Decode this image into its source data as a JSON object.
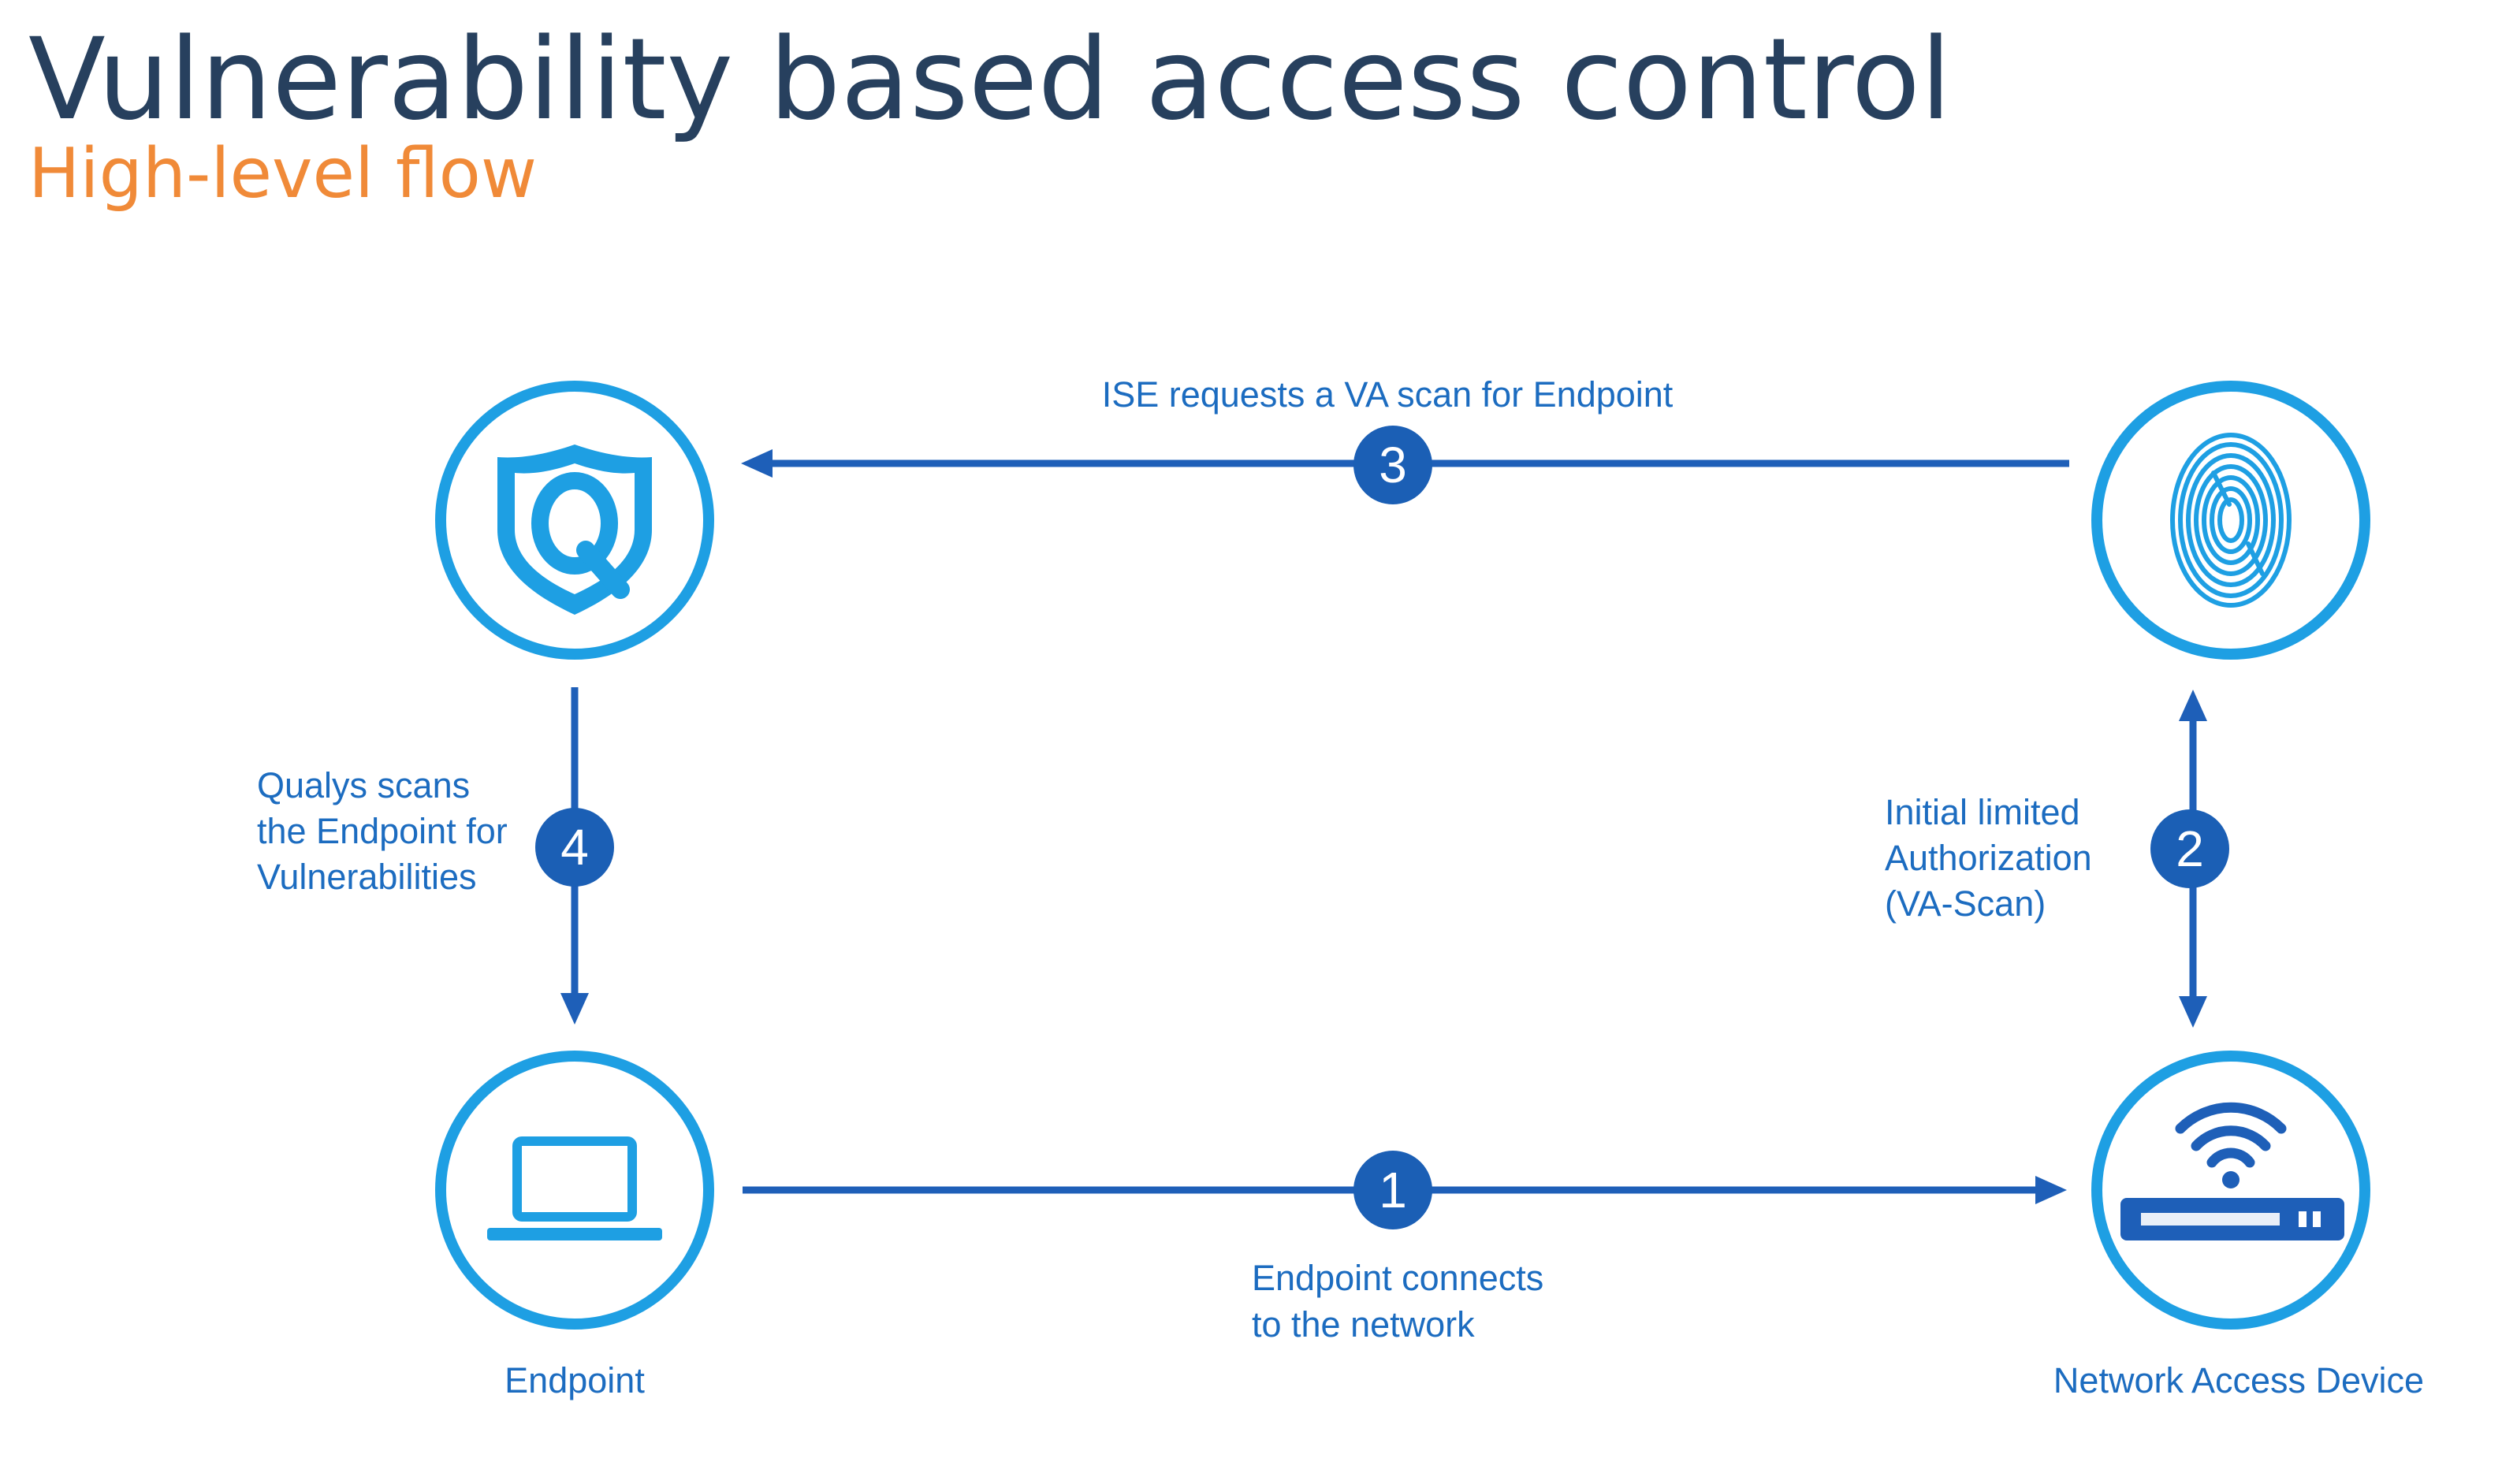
{
  "title": "Vulnerability based access control",
  "subtitle": "High-level flow",
  "nodes": {
    "qualys": {
      "icon": "qualys-shield-icon",
      "label": ""
    },
    "ise": {
      "icon": "fingerprint-icon",
      "label": ""
    },
    "endpoint": {
      "icon": "laptop-icon",
      "label": "Endpoint"
    },
    "nad": {
      "icon": "wireless-switch-icon",
      "label": "Network Access Device"
    }
  },
  "steps": [
    {
      "number": "1",
      "lines": [
        "Endpoint connects",
        "to the network"
      ]
    },
    {
      "number": "2",
      "lines": [
        "Initial limited",
        "Authorization",
        "(VA-Scan)"
      ]
    },
    {
      "number": "3",
      "lines": [
        "ISE requests a VA scan for Endpoint"
      ]
    },
    {
      "number": "4",
      "lines": [
        "Qualys scans",
        "the Endpoint for",
        "Vulnerabilities"
      ]
    }
  ],
  "colors": {
    "title": "#27405e",
    "subtitle": "#f08a38",
    "ring": "#1e9fe3",
    "arrow": "#1e5fb8",
    "badge": "#1b5fb5",
    "label": "#1c6cc0"
  }
}
